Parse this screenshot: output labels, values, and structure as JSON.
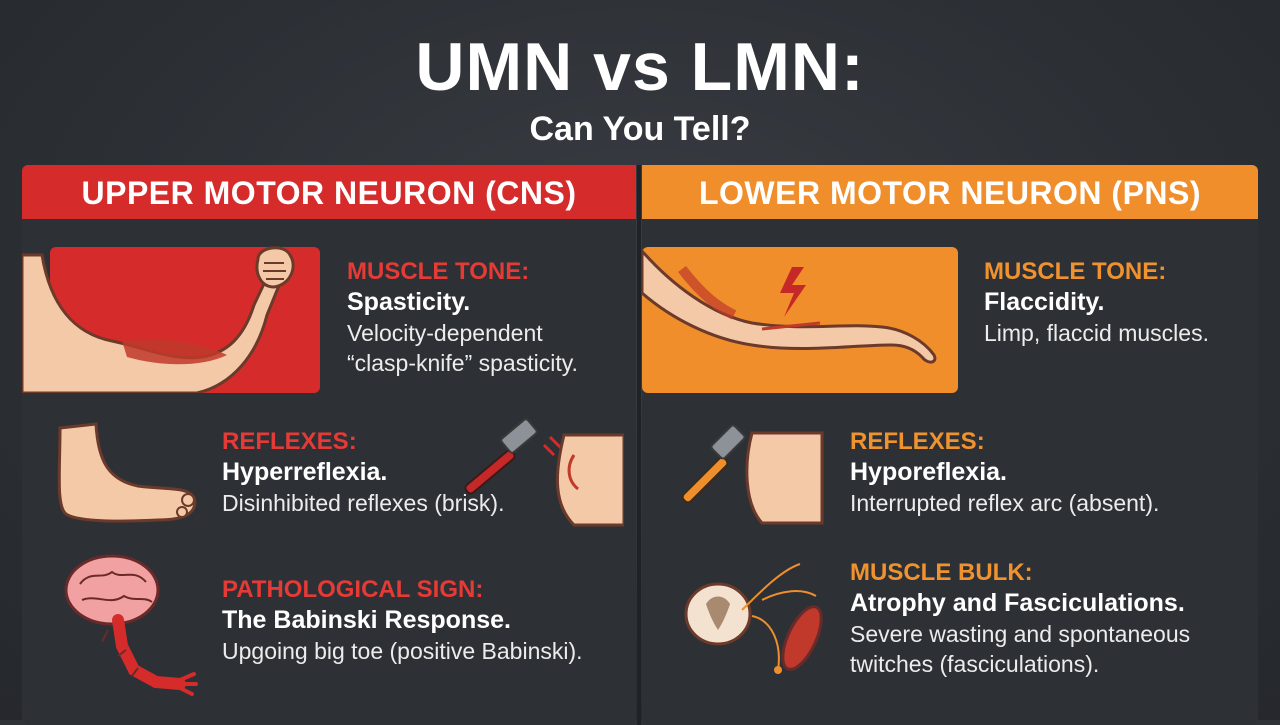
{
  "title": "UMN vs LMN:",
  "subtitle": "Can You Tell?",
  "umn": {
    "header": "UPPER MOTOR NEURON (CNS)",
    "tone": {
      "label": "MUSCLE TONE:",
      "head": "Spasticity.",
      "desc1": "Velocity-dependent",
      "desc2": "“clasp-knife” spasticity."
    },
    "reflexes": {
      "label": "REFLEXES:",
      "head": "Hyperreflexia.",
      "desc": "Disinhibited reflexes (brisk)."
    },
    "sign": {
      "label": "PATHOLOGICAL SIGN:",
      "head": "The Babinski Response.",
      "desc": "Upgoing big toe (positive Babinski)."
    }
  },
  "lmn": {
    "header": "LOWER MOTOR NEURON (PNS)",
    "tone": {
      "label": "MUSCLE TONE:",
      "head": "Flaccidity.",
      "desc": "Limp, flaccid muscles."
    },
    "reflexes": {
      "label": "REFLEXES:",
      "head": "Hyporeflexia.",
      "desc": "Interrupted reflex arc (absent)."
    },
    "bulk": {
      "label": "MUSCLE BULK:",
      "head": "Atrophy and Fasciculations.",
      "desc1": "Severe wasting and spontaneous",
      "desc2": "twitches (fasciculations)."
    }
  },
  "colors": {
    "umn_accent": "#d62b2b",
    "lmn_accent": "#ef8e2b",
    "background": "#2f3338",
    "skin": "#f4c9a8"
  }
}
